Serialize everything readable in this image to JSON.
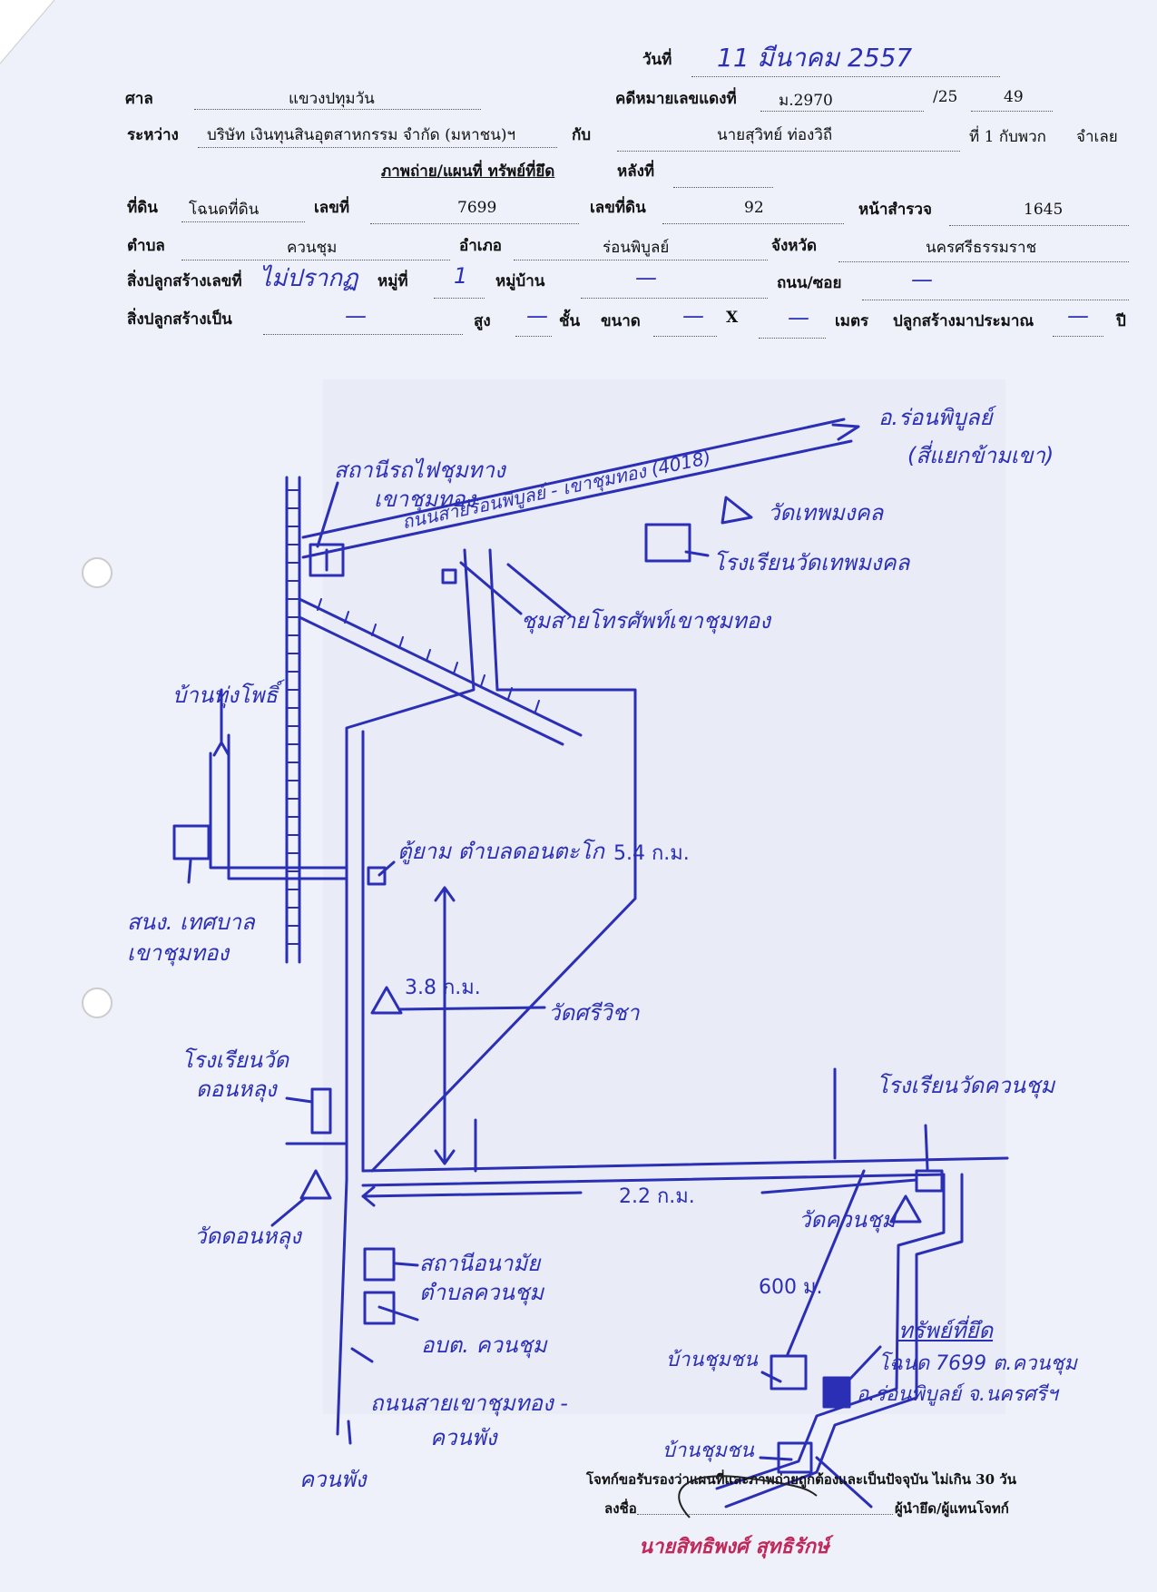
{
  "header": {
    "date_label": "วันที่",
    "date_value": "11 มีนาคม 2557",
    "court_label": "ศาล",
    "court_value": "แขวงปทุมวัน",
    "case_label": "คดีหมายเลขแดงที่",
    "case_no": "ม.2970",
    "case_year_prefix": "/25",
    "case_year": "49",
    "between_label": "ระหว่าง",
    "plaintiff": "บริษัท เงินทุนสินอุตสาหกรรม จำกัด (มหาชน)ฯ",
    "with_label": "กับ",
    "defendant": "นายสุวิทย์ ท่องวิถี",
    "defendant_role": "ที่ 1 กับพวก",
    "debtor_label": "จำเลย",
    "map_title": "ภาพถ่าย/แผนที่ ทรัพย์ที่ยึด",
    "house_no_label": "หลังที่",
    "land_label": "ที่ดิน",
    "deed_type": "โฉนดที่ดิน",
    "deed_no_label": "เลขที่",
    "deed_no": "7699",
    "land_no_label": "เลขที่ดิน",
    "land_no": "92",
    "survey_label": "หน้าสำรวจ",
    "survey_no": "1645",
    "subdistrict_label": "ตำบล",
    "subdistrict": "ควนชุม",
    "district_label": "อำเภอ",
    "district": "ร่อนพิบูลย์",
    "province_label": "จังหวัด",
    "province": "นครศรีธรรมราช",
    "building_no_label": "สิ่งปลูกสร้างเลขที่",
    "building_no": "ไม่ปรากฏ",
    "moo_label": "หมู่ที่",
    "moo": "1",
    "village_label": "หมู่บ้าน",
    "village": "—",
    "road_label": "ถนน/ซอย",
    "road": "—",
    "building_type_label": "สิ่งปลูกสร้างเป็น",
    "building_type": "—",
    "height_label": "สูง",
    "height": "—",
    "floor_label": "ชั้น",
    "size_label": "ขนาด",
    "size_w": "—",
    "size_x": "X",
    "size_h": "—",
    "meter_label": "เมตร",
    "age_label": "ปลูกสร้างมาประมาณ",
    "age": "—",
    "year_label": "ปี"
  },
  "map": {
    "to_ronphibun": "อ.ร่อนพิบูลย์",
    "to_junction": "(สี่แยกข้ามเขา)",
    "train_station": "สถานีรถไฟชุมทาง",
    "train_station2": "เขาชุมทอง",
    "main_road": "ถนนสายร่อนพิบูลย์ - เขาชุมทอง (4018)",
    "temple_thepmongkol": "วัดเทพมงคล",
    "school_thepmongkol": "โรงเรียนวัดเทพมงคล",
    "phone_exchange": "ชุมสายโทรศัพท์เขาชุมทอง",
    "ban_thung_pho": "บ้านทุ่งโพธิ์",
    "police_box": "ตู้ยาม ตำบลดอนตะโก",
    "dist_5_4": "5.4 ก.ม.",
    "municipal_office": "สนง. เทศบาล",
    "municipal_office2": "เขาชุมทอง",
    "dist_3_8": "3.8 ก.ม.",
    "temple_sriwichai": "วัดศรีวิชา",
    "school_wat": "โรงเรียนวัด",
    "school_wat2": "ดอนหลุง",
    "temple_donhlung": "วัดดอนหลุง",
    "dist_2_2": "2.2 ก.ม.",
    "school_khuanchum": "โรงเรียนวัดควนชุม",
    "temple_khuanchum": "วัดควนชุม",
    "health_center": "สถานีอนามัย",
    "health_center2": "ตำบลควนชุม",
    "sao_office": "อบต. ควนชุม",
    "dist_600": "600 ม.",
    "seized_title": "ทรัพย์ที่ยึด",
    "seized_deed": "โฉนด 7699 ต.ควนชุม",
    "seized_loc": "อ.ร่อนพิบูลย์ จ.นครศรีฯ",
    "house1": "บ้านชุมชน",
    "house2": "บ้านชุมชน",
    "road_khuanpho": "ถนนสายเขาชุมทอง -",
    "road_khuanpho2": "ควนพัง",
    "to_khuanpho": "ควนพัง"
  },
  "footer": {
    "certify": "โจทก์ขอรับรองว่าแผนที่และภาพถ่ายถูกต้องและเป็นปัจจุบัน ไม่เกิน 30 วัน",
    "sign_label": "ลงชื่อ",
    "sign_role": "ผู้นำยึด/ผู้แทนโจทก์",
    "stamp_name": "นายสิทธิพงศ์ สุทธิรักษ์"
  },
  "colors": {
    "ink": "#2b2fb5",
    "stamp": "#c0285a",
    "paper": "#eef0fa"
  }
}
